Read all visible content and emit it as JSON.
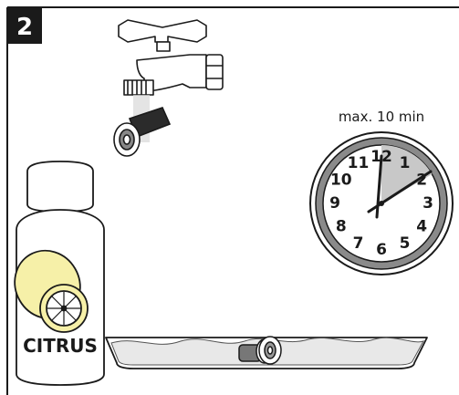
{
  "step": {
    "number": "2"
  },
  "clock": {
    "label": "max. 10 min",
    "numbers": [
      "12",
      "1",
      "2",
      "3",
      "4",
      "5",
      "6",
      "7",
      "8",
      "9",
      "10",
      "11"
    ]
  },
  "bottle": {
    "label": "CITRUS"
  },
  "colors": {
    "frame": "#1a1a1a",
    "badge": "#1a1a1a",
    "clock_ring": "#8a8a8a",
    "clock_highlight": "#c8c8c8",
    "lemon": "#f6f0a8",
    "water": "#e8e8e8"
  },
  "icons": [
    "faucet-icon",
    "nozzle-icon",
    "clock-icon",
    "citrus-bottle-icon",
    "soak-tray-icon"
  ]
}
